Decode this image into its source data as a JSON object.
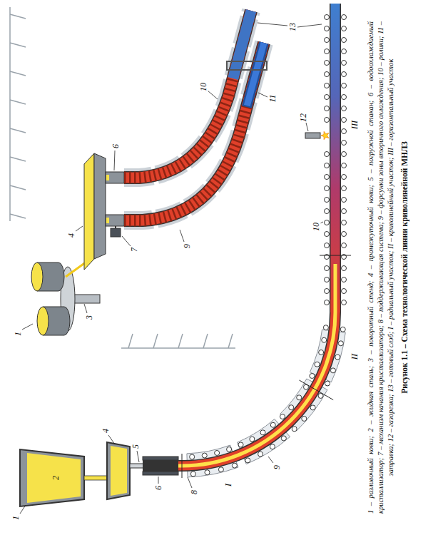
{
  "diagram": {
    "caption": "Рисунок 1.1 – Схема технологической линии криволинейной МНЛЗ",
    "labels": [
      "1",
      "2",
      "4",
      "5",
      "6",
      "8",
      "9",
      "10",
      "12",
      "13",
      "I",
      "II",
      "III",
      "1",
      "3",
      "4",
      "6",
      "7",
      "9",
      "10",
      "11",
      "1 – разливочный ковш; 2 – жидкая сталь; 3 – поворотный стенд; 4 – промежуточный ковш; 5 – погружной стакан; 6 – водоохлаждаемый кристаллизатор; 7 – механизм качания кристаллизатора; 8 – поддерживающая система; 9 – форсунки зоны вторичного охлаждения; 10 – ролики; 11 – затравка; 12 – газорезка; 13 – готовый слэб; I – радиальный участок; II – криволинейный участок; III – горизонтальный участок"
    ]
  }
}
